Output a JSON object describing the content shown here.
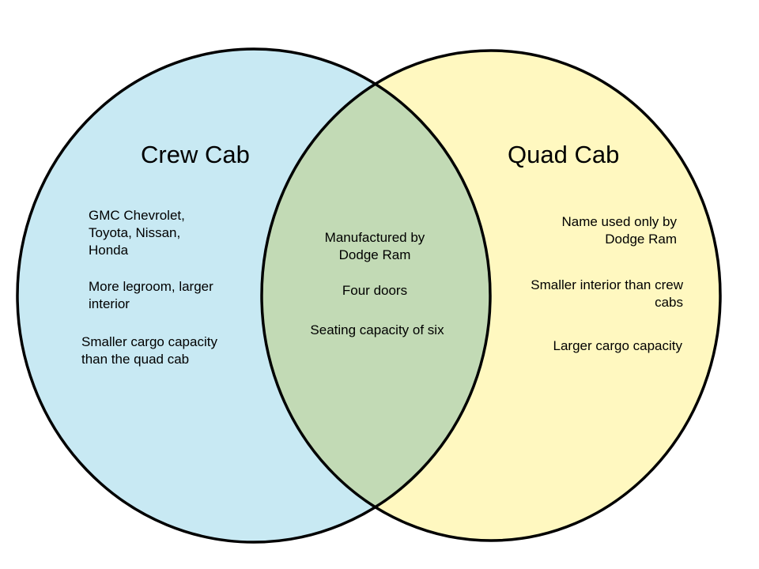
{
  "colors": {
    "left": "#c8e9f3",
    "right": "#fff8c0",
    "overlap": "#c2dab5",
    "stroke": "#000000"
  },
  "left": {
    "title": "Crew Cab",
    "items": [
      "GMC Chevrolet,\nToyota, Nissan,\nHonda",
      "More legroom, larger\ninterior",
      "Smaller cargo capacity\nthan the quad cab"
    ]
  },
  "center": {
    "items": [
      "Manufactured by\nDodge Ram",
      "Four doors",
      "Seating capacity of six"
    ]
  },
  "right": {
    "title": "Quad Cab",
    "items": [
      "Name used only by\nDodge Ram",
      "Smaller interior than crew\ncabs",
      "Larger cargo capacity"
    ]
  }
}
